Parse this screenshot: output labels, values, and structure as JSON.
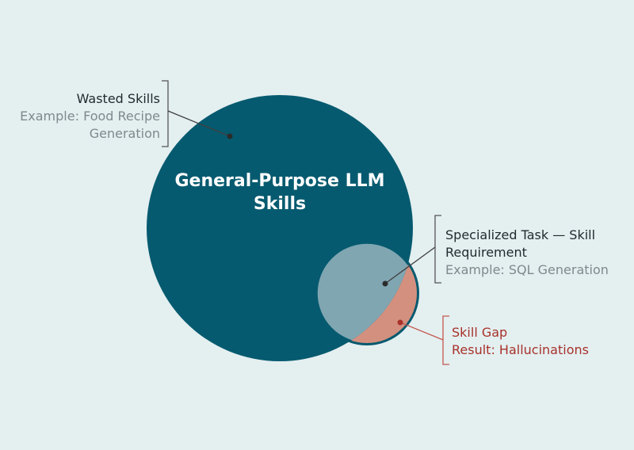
{
  "colors": {
    "background": "#e4eff0",
    "general_circle": "#065a6f",
    "task_circle": "#80a6b2",
    "gap_region": "#d4907f",
    "leader_line": "#4a4a4a",
    "dark_text": "#1f2a2e",
    "secondary_text": "#7d8a8e",
    "gap_text": "#a8322b"
  },
  "diagram": {
    "center_title": {
      "line1": "General-Purpose LLM",
      "line2": "Skills"
    },
    "wasted": {
      "title": "Wasted Skills",
      "example_line1": "Example: Food Recipe",
      "example_line2": "Generation"
    },
    "task": {
      "title_line1": "Specialized Task — Skill",
      "title_line2": "Requirement",
      "example": "Example: SQL Generation"
    },
    "gap": {
      "title": "Skill Gap",
      "result": "Result: Hallucinations"
    }
  }
}
